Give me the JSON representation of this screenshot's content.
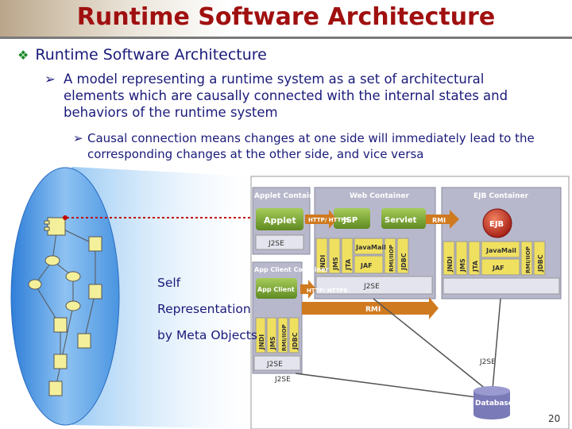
{
  "title": "Runtime Software Architecture",
  "bullets": {
    "level1": "Runtime Software Architecture",
    "level2": "A model representing a runtime system as a set of architectural elements which are causally connected with the internal states and behaviors of the runtime system",
    "level3": "Causal connection means changes at one side will immediately lead to the corresponding changes at the other side, and vice versa"
  },
  "diagram": {
    "caption_lines": [
      "Self",
      "Representation",
      "by Meta Objects"
    ],
    "containers": {
      "applet": "Applet Container",
      "web": "Web Container",
      "ejb": "EJB Container",
      "app_client": "App Client Container"
    },
    "components": {
      "applet": "Applet",
      "jsp": "JSP",
      "servlet": "Servlet",
      "ejb": "EJB",
      "app_client": "App Client",
      "database": "Database"
    },
    "services": {
      "jndi": "JNDI",
      "jms": "JMS",
      "jta": "JTA",
      "javamail": "JavaMail",
      "jaf": "JAF",
      "rmi_iiop": "RMI/IIOP",
      "jdbc": "JDBC"
    },
    "platform": "J2SE",
    "protocols": {
      "http": "HTTP/ HTTPS",
      "rmi": "RMI"
    }
  },
  "page_number": "20",
  "colors": {
    "title": "#a01010",
    "text": "#1a1a7a",
    "bullet_mark": "#1a8a2a",
    "ellipse": "#5aa0e0",
    "component": "#f4ef9a",
    "container": "#b8b8cc",
    "component_box": "#7ea83a",
    "protocol_arrow": "#d07a20",
    "ejb": "#c83a2a",
    "causal_link": "#c00000"
  }
}
